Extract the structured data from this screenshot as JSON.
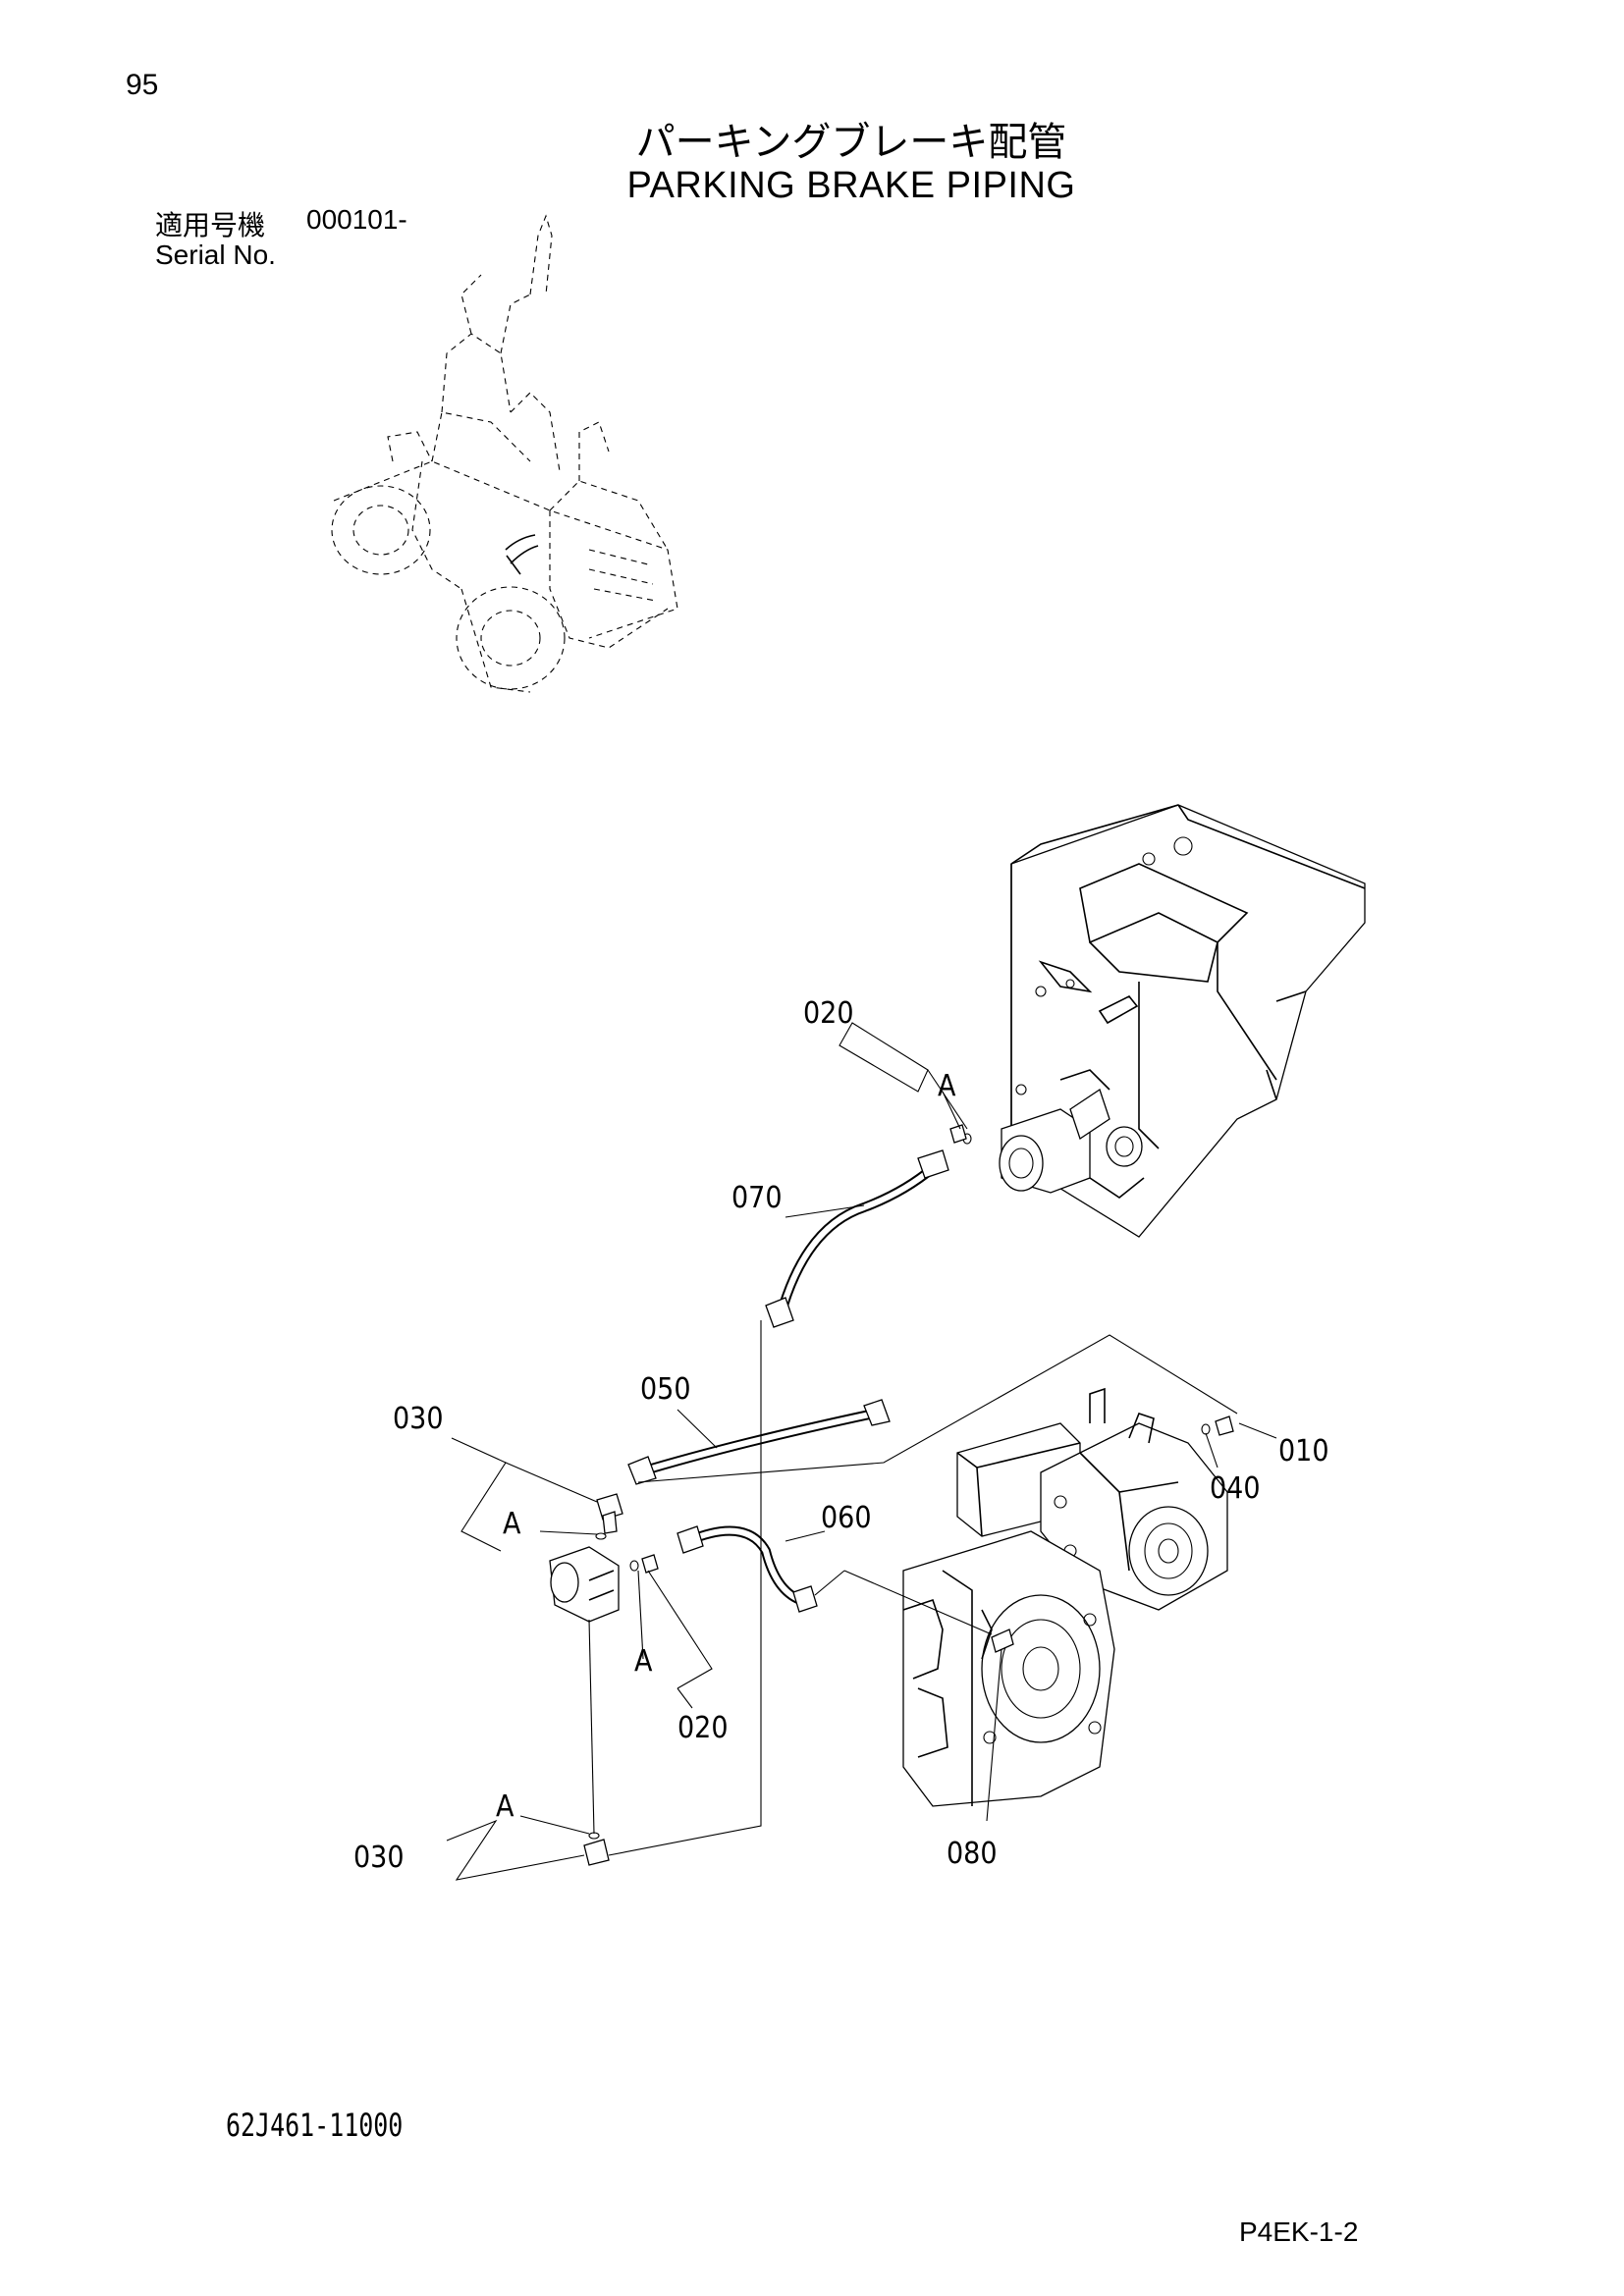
{
  "page_number": "95",
  "title_jp": "パーキングブレーキ配管",
  "title_en": "PARKING BRAKE PIPING",
  "serial": {
    "label_jp": "適用号機",
    "value": "000101-",
    "label_en": "Serial No."
  },
  "callouts": {
    "c010": "010",
    "c020_top": "020",
    "c020_bottom": "020",
    "c030_upper": "030",
    "c030_lower": "030",
    "c040": "040",
    "c050": "050",
    "c060": "060",
    "c070": "070",
    "c080": "080",
    "a_top": "A",
    "a_left": "A",
    "a_mid": "A",
    "a_bottom": "A"
  },
  "drawing_number": "62J461-11000",
  "sheet_code": "P4EK-1-2"
}
